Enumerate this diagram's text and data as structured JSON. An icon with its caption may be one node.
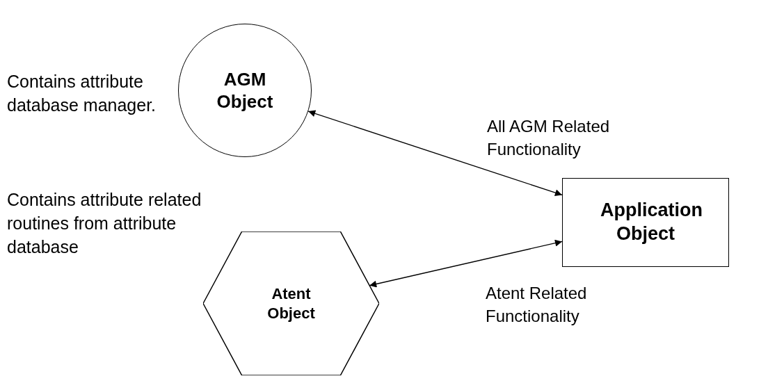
{
  "diagram": {
    "nodes": [
      {
        "text": [
          "AGM Object"
        ],
        "beside": [
          "Contains attribute database manager."
        ]
      },
      {
        "text": [
          "Application Object"
        ]
      },
      {
        "text": [
          "Atent Object"
        ],
        "beside": [
          "Contains attribute related routines from attribute database"
        ]
      }
    ],
    "edges": [
      {
        "from": 0,
        "to": 1,
        "arrow": "both",
        "label": "All AGM Related Functionality"
      },
      {
        "from": 2,
        "to": 1,
        "arrow": "both",
        "label": "Atent Related Functionality"
      }
    ]
  }
}
